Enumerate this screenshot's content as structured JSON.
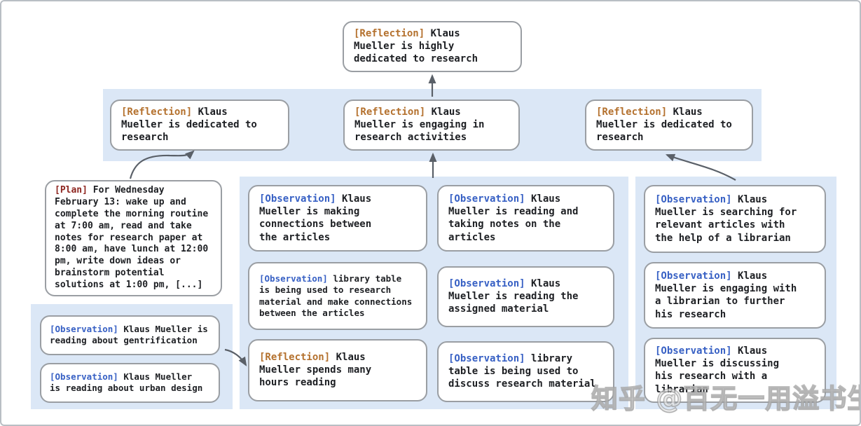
{
  "colors": {
    "reflection_tag": "#b4712e",
    "observation_tag": "#3760c4",
    "plan_tag": "#8e2620",
    "band_background": "#dbe7f6",
    "node_border": "#9a9ea3",
    "arrow": "#5a6068"
  },
  "watermark": "知乎 @百无一用溢书生",
  "nodes": {
    "root": {
      "tag": "[Reflection]",
      "body": "Klaus\nMueller is highly\ndedicated to research"
    },
    "ref_left": {
      "tag": "[Reflection]",
      "body": "Klaus\nMueller is dedicated to\nresearch"
    },
    "ref_mid": {
      "tag": "[Reflection]",
      "body": "Klaus\nMueller is engaging in\nresearch activities"
    },
    "ref_right": {
      "tag": "[Reflection]",
      "body": "Klaus\nMueller is dedicated to\nresearch"
    },
    "plan": {
      "tag": "[Plan]",
      "body": "For Wednesday\nFebruary 13: wake up and\ncomplete the morning routine\nat 7:00 am, read and take\nnotes for research paper at\n8:00 am, have lunch at 12:00\npm, write down ideas or\nbrainstorm potential\nsolutions at 1:00 pm, [...]"
    },
    "obs_left_1": {
      "tag": "[Observation]",
      "body": "Klaus Mueller is\nreading about gentrification"
    },
    "obs_left_2": {
      "tag": "[Observation]",
      "body": "Klaus Mueller\nis reading about urban design"
    },
    "obs_a1": {
      "tag": "[Observation]",
      "body": "Klaus\nMueller is making\nconnections between\nthe articles"
    },
    "obs_a2": {
      "tag": "[Observation]",
      "body": "library table\nis being used to research\nmaterial and make connections\nbetween the articles"
    },
    "ref_a3": {
      "tag": "[Reflection]",
      "body": "Klaus\nMueller spends many\nhours reading"
    },
    "obs_b1": {
      "tag": "[Observation]",
      "body": "Klaus\nMueller is reading and\ntaking notes on the\narticles"
    },
    "obs_b2": {
      "tag": "[Observation]",
      "body": "Klaus\nMueller is reading the\nassigned material"
    },
    "obs_b3": {
      "tag": "[Observation]",
      "body": "library\ntable is being used to\ndiscuss research material"
    },
    "obs_r1": {
      "tag": "[Observation]",
      "body": "Klaus\nMueller is searching for\nrelevant articles with\nthe help of a librarian"
    },
    "obs_r2": {
      "tag": "[Observation]",
      "body": "Klaus\nMueller is engaging with\na librarian to further\nhis research"
    },
    "obs_r3": {
      "tag": "[Observation]",
      "body": "Klaus\nMueller is discussing\nhis research with a\nlibrarian"
    }
  }
}
